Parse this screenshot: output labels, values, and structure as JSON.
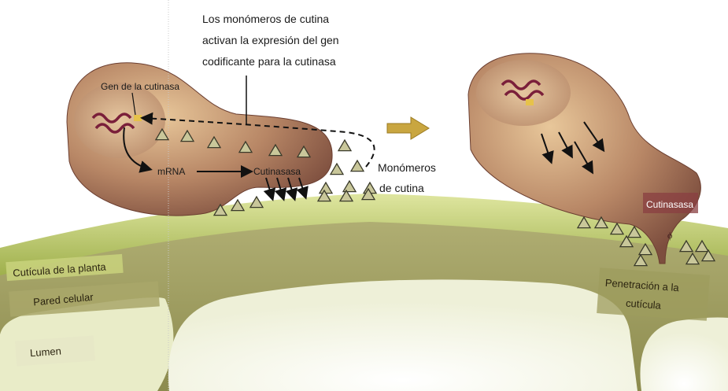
{
  "caption": {
    "line1": "Los monómeros de cutina",
    "line2": "activan la expresión del gen",
    "line3": "codificante para la cutinasa"
  },
  "left_cell": {
    "gene_label": "Gen de la cutinasa",
    "mrna_label": "mRNA",
    "enzyme_label": "Cutinasasa"
  },
  "monomers_label": {
    "line1": "Monómeros",
    "line2": "de cutina"
  },
  "right_cell": {
    "enzyme_label": "Cutinasasa",
    "penetration_line1": "Penetración a la",
    "penetration_line2": "cutícula"
  },
  "layers": {
    "cuticle": "Cutícula de la planta",
    "cell_wall": "Pared celular",
    "lumen": "Lumen"
  },
  "colors": {
    "cuticle_green": "#b7c46a",
    "wall_olive": "#9a9a55",
    "cell_brown": "#a0705a",
    "monomer_fill": "#c9c79a",
    "step_arrow": "#c9a640"
  }
}
